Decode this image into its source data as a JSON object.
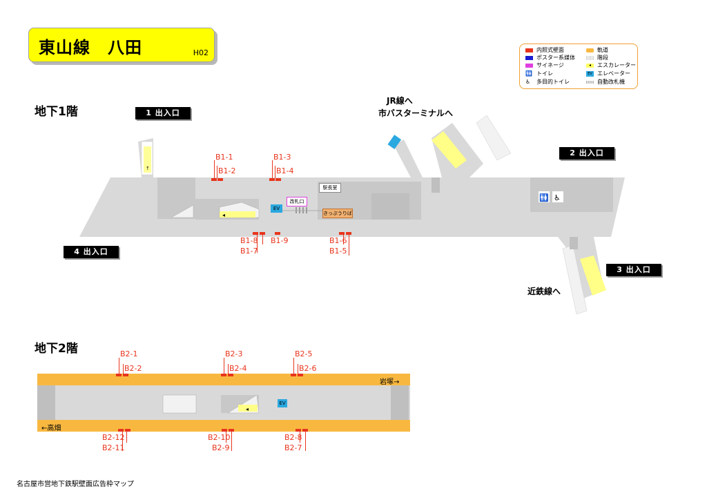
{
  "station": {
    "title": "東山線　八田",
    "code": "H02"
  },
  "legend": {
    "items": [
      {
        "label": "内照式壁面",
        "color": "#e8341c"
      },
      {
        "label": "ポスター系媒体",
        "color": "#1c1cd0"
      },
      {
        "label": "サイネージ",
        "color": "#e040e0"
      },
      {
        "label": "トイレ",
        "icon": "toilet-icon"
      },
      {
        "label": "多目的トイレ",
        "icon": "wheelchair-icon"
      },
      {
        "label": "軌道",
        "color": "#f8b840"
      },
      {
        "label": "階段",
        "icon": "stairs-icon"
      },
      {
        "label": "エスカレーター",
        "icon": "escalator-icon"
      },
      {
        "label": "エレベーター",
        "icon": "elevator-icon",
        "color": "#2aa8e0"
      },
      {
        "label": "自動改札機",
        "icon": "ticket-gate-icon"
      }
    ]
  },
  "floors": {
    "b1": {
      "title": "地下1階",
      "exits": [
        "1 出入口",
        "2 出入口",
        "3 出入口",
        "4 出入口"
      ],
      "destinations": {
        "jr": "JR線へ",
        "bus": "市バスターミナルへ",
        "kintetsu": "近鉄線へ"
      },
      "facilities": {
        "ev": "EV",
        "gate": "改札口",
        "office": "駅長室",
        "tickets": "きっぷうりば"
      },
      "slots": [
        "B1-1",
        "B1-2",
        "B1-3",
        "B1-4",
        "B1-5",
        "B1-6",
        "B1-7",
        "B1-8",
        "B1-9"
      ]
    },
    "b2": {
      "title": "地下2階",
      "ev": "EV",
      "dir_right": "岩塚→",
      "dir_left": "←高畑",
      "slots": [
        "B2-1",
        "B2-2",
        "B2-3",
        "B2-4",
        "B2-5",
        "B2-6",
        "B2-7",
        "B2-8",
        "B2-9",
        "B2-10",
        "B2-11",
        "B2-12"
      ]
    }
  },
  "footer": "名古屋市営地下鉄駅壁面広告枠マップ"
}
